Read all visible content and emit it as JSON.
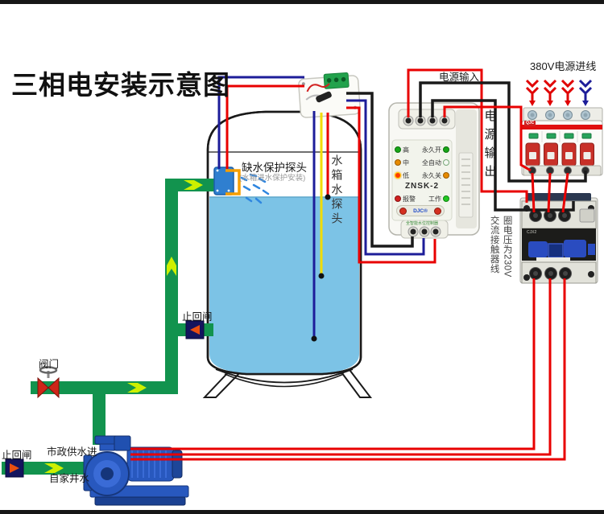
{
  "title": "三相电安装示意图",
  "tank": {
    "spray_probe_label": "缺水保护探头",
    "spray_probe_note": "(水箱进水保护安装)",
    "level_probe_label": "水箱水探头"
  },
  "pipes": {
    "check_valve_upper": "止回闸",
    "valve": "阀门",
    "check_valve_lower": "止回闸",
    "municipal_inlet": "市政供水进",
    "well_water": "自家井水"
  },
  "controller": {
    "model": "ZNSK-2",
    "brand": "DJC®",
    "power_input": "电源输入",
    "power_output": "电源输出",
    "rows": [
      {
        "left": "高",
        "right": "永久开"
      },
      {
        "left": "中",
        "right": "全自动"
      },
      {
        "left": "低",
        "right": "永久关"
      }
    ],
    "alarm": "报警",
    "work": "工作",
    "footer": "全智能水位控制器"
  },
  "breaker": {
    "label": "380V电源进线",
    "brand": "QJC"
  },
  "contactor": {
    "label_col1": "交流接触器线",
    "label_col2": "圈电压为230V",
    "marking": "CJX2"
  },
  "colors": {
    "pipe_green": "#12934E",
    "arrow_yellow": "#CDF000",
    "water_blue": "#7CC3E6",
    "wire_red": "#E80000",
    "wire_navy": "#1D1D99",
    "wire_black": "#1A1A1A",
    "wire_yellow": "#F2DC00",
    "breaker_handle_red": "#C83028",
    "contactor_blue": "#2A4CC0",
    "check_valve_navy": "#14145E",
    "check_valve_triangle": "#E84E10"
  }
}
